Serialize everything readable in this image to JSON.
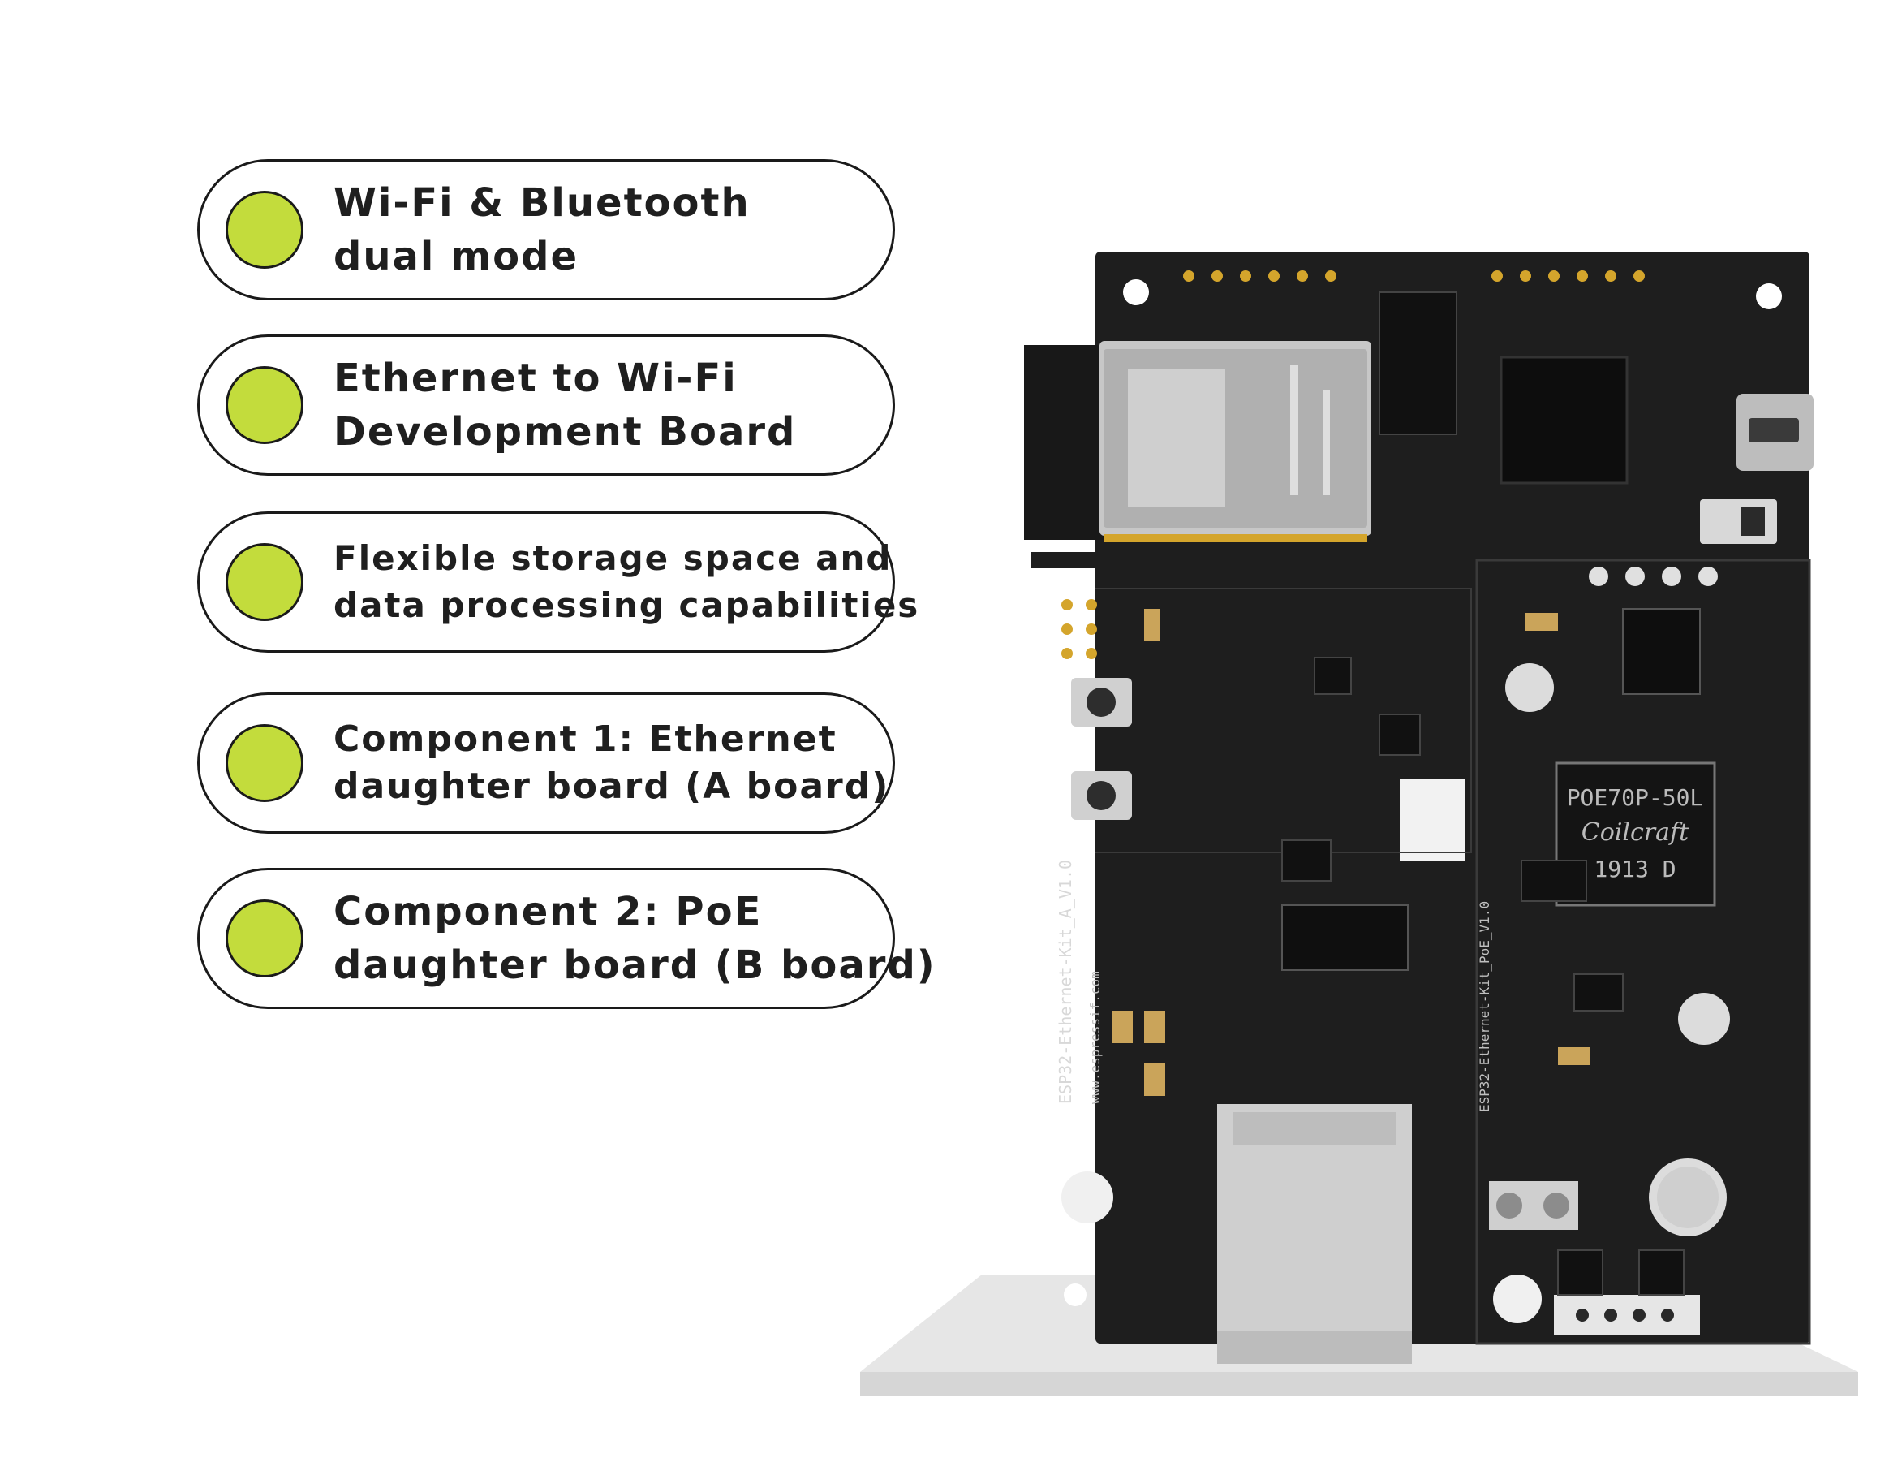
{
  "features": [
    {
      "lines": [
        "Wi-Fi & Bluetooth",
        "dual mode"
      ]
    },
    {
      "lines": [
        "Ethernet to Wi-Fi",
        "Development Board"
      ]
    },
    {
      "lines": [
        "Flexible storage space and",
        "data processing capabilities"
      ]
    },
    {
      "lines": [
        "Component 1: Ethernet",
        "daughter board (A board)"
      ]
    },
    {
      "lines": [
        "Component 2: PoE",
        "daughter board (B board)"
      ]
    }
  ],
  "product": {
    "inductor_text": [
      "POE70P-50L",
      "Coilcraft",
      "1913 D"
    ],
    "board_silkscreen": "ESP32-Ethernet-Kit_A_V1.0",
    "board_website": "www.espressif.com",
    "b_board_silkscreen": "ESP32-Ethernet-Kit_PoE_V1.0"
  },
  "colors": {
    "accent_dot": "#c3dc3c",
    "pill_border": "#1a1a1a",
    "pcb": "#1e1e1e",
    "text": "#1f1f1f"
  }
}
